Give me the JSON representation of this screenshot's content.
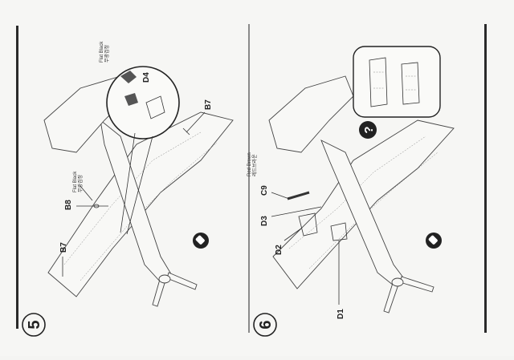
{
  "steps": [
    {
      "number": "5",
      "parts": [
        "B8",
        "B7",
        "B7",
        "D4"
      ],
      "notes": [
        {
          "en": "Flat Black",
          "ko": "무광검정"
        },
        {
          "en": "Flat Black",
          "ko": "무광검정"
        }
      ],
      "symbol": "glue-tube-icon"
    },
    {
      "number": "6",
      "parts": [
        "C9",
        "D3",
        "D2",
        "D1"
      ],
      "notes": [
        {
          "en": "Red Brown",
          "ko": "레드브라운"
        }
      ],
      "symbol": "glue-tube-icon",
      "warning": "?"
    }
  ],
  "colors": {
    "ink": "#222222",
    "paper": "#f6f6f4",
    "bar": "#2a2a2a"
  }
}
